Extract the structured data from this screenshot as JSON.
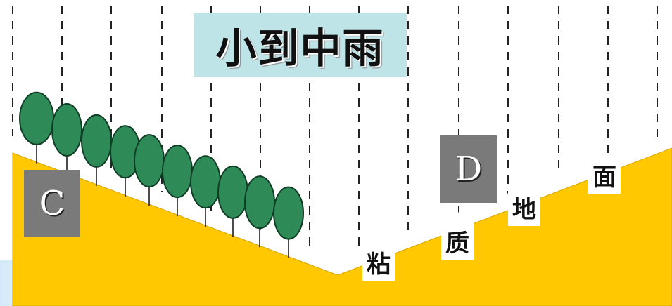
{
  "title": "小到中雨",
  "labels": {
    "left_slope": "C",
    "right_slope": "D"
  },
  "ground_chars": [
    "粘",
    "质",
    "地",
    "面"
  ],
  "colors": {
    "ground": "#ffc800",
    "ground_edge": "#d9a300",
    "tree_crown": "#2e8b57",
    "tree_crown_edge": "#0f3d25",
    "rain_line": "#222222",
    "title_bg": "#bfe4e8",
    "tag_bg": "#7a7a7a"
  },
  "icons": {
    "tree": "tree-icon",
    "rain": "rain-streak"
  }
}
